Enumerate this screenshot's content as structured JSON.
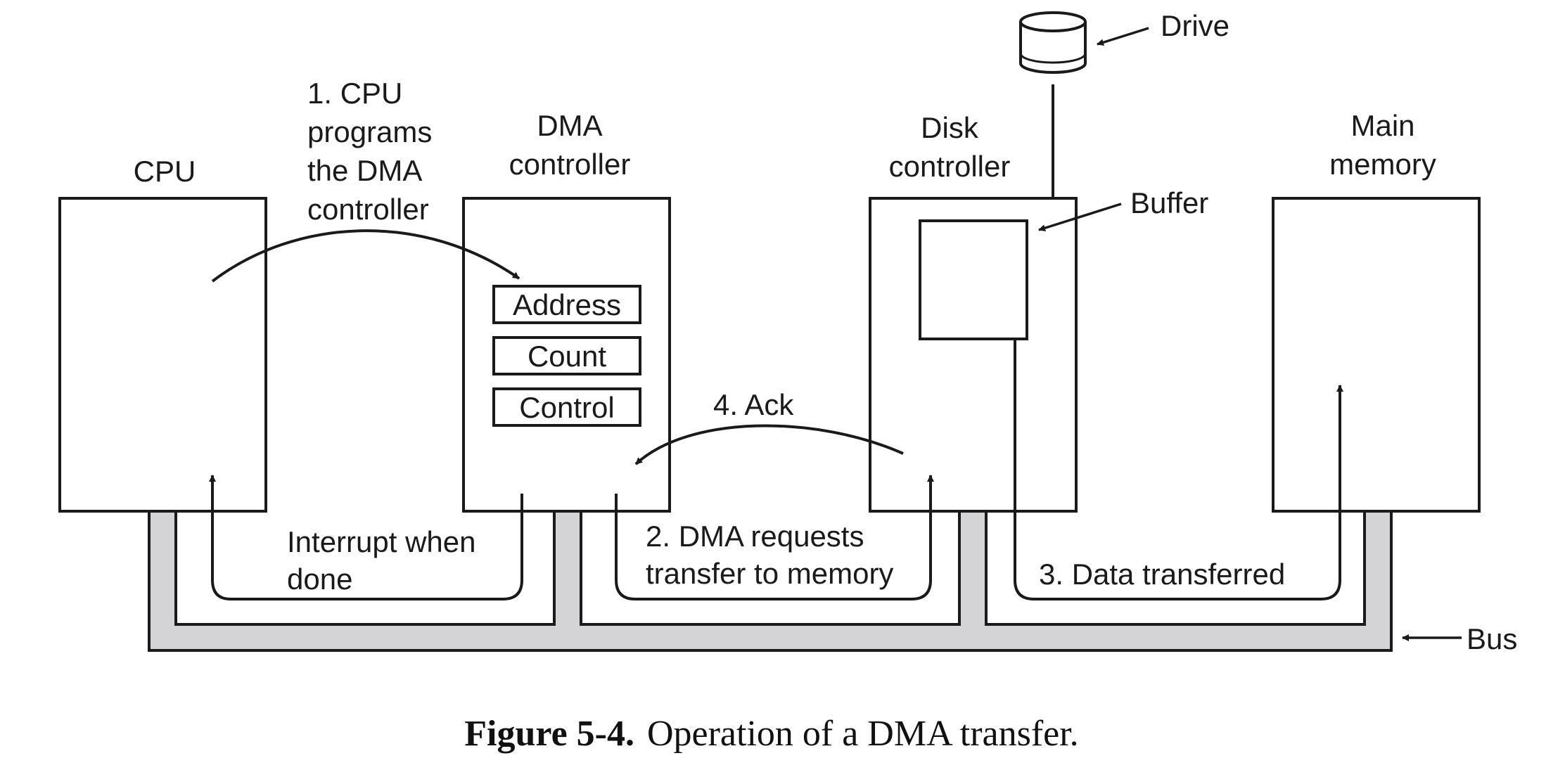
{
  "components": {
    "cpu": "CPU",
    "dma_controller": [
      "DMA",
      "controller"
    ],
    "disk_controller": [
      "Disk",
      "controller"
    ],
    "main_memory": [
      "Main",
      "memory"
    ],
    "registers": [
      "Address",
      "Count",
      "Control"
    ],
    "drive": "Drive",
    "buffer": "Buffer",
    "bus": "Bus"
  },
  "steps": {
    "step1": [
      "1. CPU",
      "programs",
      "the DMA",
      "controller"
    ],
    "step2": [
      "2. DMA requests",
      "transfer to memory"
    ],
    "step3": "3. Data transferred",
    "step4": "4. Ack",
    "interrupt": [
      "Interrupt when",
      "done"
    ]
  },
  "caption": {
    "label": "Figure 5-4.",
    "text": "Operation of a DMA transfer."
  },
  "colors": {
    "bus_fill": "#d4d4d6",
    "stroke": "#1a1a1a"
  }
}
